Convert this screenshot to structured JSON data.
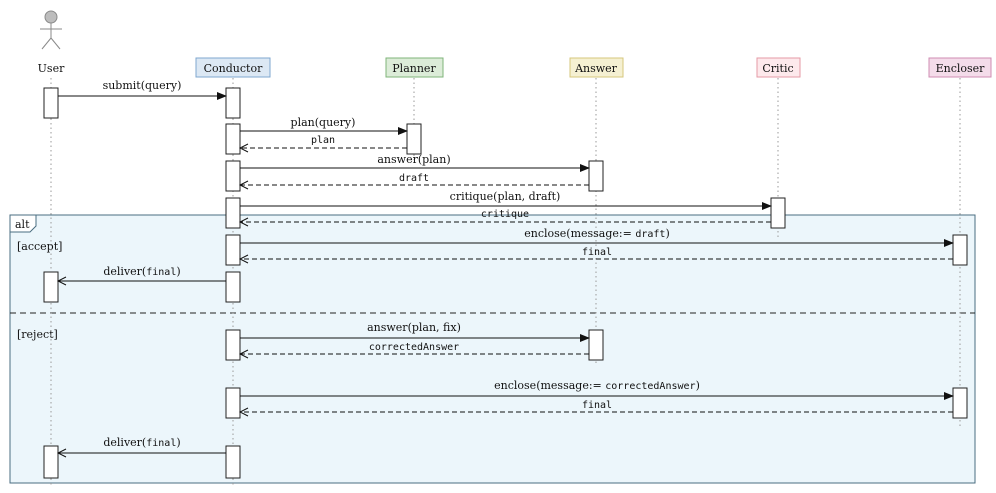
{
  "actor": {
    "label": "User",
    "icon": "stick-figure-actor-icon"
  },
  "participants": [
    {
      "key": "conductor",
      "label": "Conductor",
      "fill": "#dce8f4",
      "stroke": "#7fa7cf"
    },
    {
      "key": "planner",
      "label": "Planner",
      "fill": "#dcecd8",
      "stroke": "#7fb47a"
    },
    {
      "key": "answer",
      "label": "Answer",
      "fill": "#f5f0d2",
      "stroke": "#d6c77c"
    },
    {
      "key": "critic",
      "label": "Critic",
      "fill": "#fde9ec",
      "stroke": "#e59aa6"
    },
    {
      "key": "encloser",
      "label": "Encloser",
      "fill": "#f4dcea",
      "stroke": "#cf8cb3"
    }
  ],
  "frame": {
    "label": "alt",
    "fill": "#ecf6fb",
    "stroke": "#4a6d80",
    "guards": [
      "[accept]",
      "[reject]"
    ]
  },
  "messages": {
    "submit": "submit(query)",
    "plan_call": "plan(query)",
    "plan_ret": "plan",
    "answer_call": "answer(plan)",
    "draft_ret": "draft",
    "critique_call": "critique(plan, draft)",
    "critique_ret": "critique",
    "enclose1_pre": "enclose(message:= ",
    "enclose1_arg": "draft",
    "enclose1_post": ")",
    "final1_ret": "final",
    "deliver1_pre": "deliver(",
    "deliver1_arg": "final",
    "deliver1_post": ")",
    "answer_fix_call": "answer(plan, fix)",
    "corrected_ret": "correctedAnswer",
    "enclose2_pre": "enclose(message:= ",
    "enclose2_arg": "correctedAnswer",
    "enclose2_post": ")",
    "final2_ret": "final",
    "deliver2_pre": "deliver(",
    "deliver2_arg": "final",
    "deliver2_post": ")"
  }
}
